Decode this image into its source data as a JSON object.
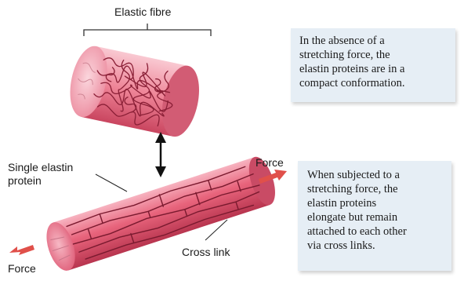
{
  "labels": {
    "elastic_fibre": "Elastic fibre",
    "single_elastin_protein": "Single elastin\nprotein",
    "force_right": "Force",
    "force_left": "Force",
    "cross_link": "Cross link"
  },
  "boxes": {
    "relaxed": "In the absence of a\nstretching force, the\nelastin proteins are in a\ncompact conformation.",
    "stretched": "When subjected to a\nstretching force, the\nelastin proteins\nelongate but remain\nattached to each other\nvia cross links."
  },
  "colors": {
    "fibre_pink": "#e8647c",
    "fibre_light": "#f7b8c4",
    "fibre_dark": "#b8354f",
    "force_arrow": "#e0504a",
    "box_bg": "#e6eef5"
  }
}
